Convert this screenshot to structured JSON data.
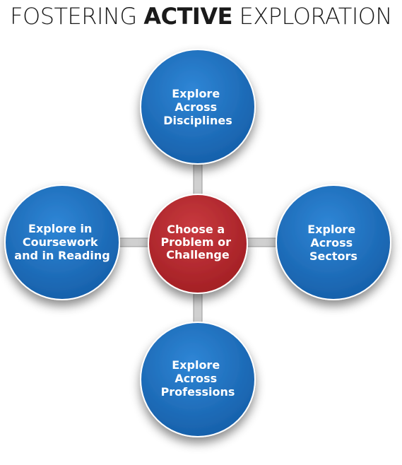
{
  "title": {
    "part1": "FOSTERING",
    "part2": "ACTIVE",
    "part3": "EXPLORATION"
  },
  "colors": {
    "outer_node": "#1a6fc0",
    "center_node": "#b8262b",
    "connector": "#c4c4c4"
  },
  "center": {
    "lines": [
      "Choose a",
      "Problem or",
      "Challenge"
    ]
  },
  "nodes": [
    {
      "id": "top",
      "lines": [
        "Explore",
        "Across",
        "Disciplines"
      ]
    },
    {
      "id": "left",
      "lines": [
        "Explore in",
        "Coursework",
        "and in Reading"
      ]
    },
    {
      "id": "right",
      "lines": [
        "Explore",
        "Across",
        "Sectors"
      ]
    },
    {
      "id": "bottom",
      "lines": [
        "Explore",
        "Across",
        "Professions"
      ]
    }
  ]
}
